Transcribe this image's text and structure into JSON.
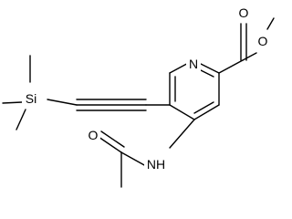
{
  "molecule": {
    "atoms": {
      "ring_n": "N",
      "carbonyl_o": "O",
      "ester_o": "O",
      "amide_o": "O",
      "amide_nh": "NH",
      "silicon": "Si"
    }
  }
}
